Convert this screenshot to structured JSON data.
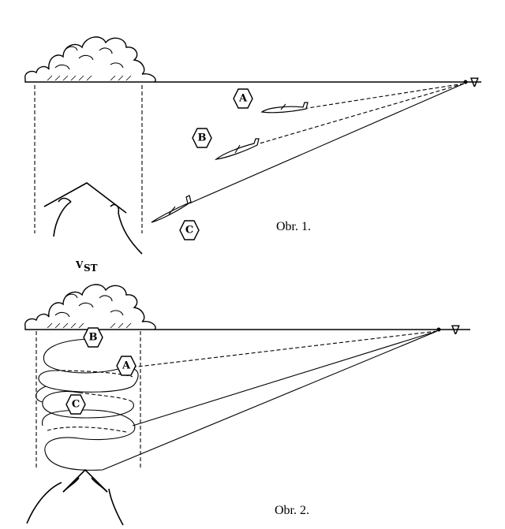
{
  "figure1": {
    "caption": "Obr. 1.",
    "labels": {
      "a": "A",
      "b": "B",
      "c": "C"
    },
    "updraft_label": "V",
    "updraft_sub": "ST"
  },
  "figure2": {
    "caption": "Obr. 2.",
    "labels": {
      "a": "A",
      "b": "B",
      "c": "C"
    }
  },
  "symbols": {
    "target": "∇"
  }
}
